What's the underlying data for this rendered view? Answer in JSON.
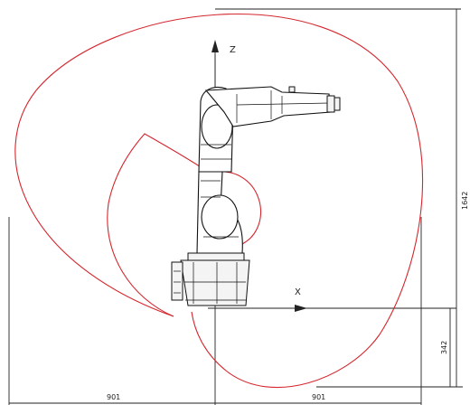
{
  "diagram": {
    "axes": {
      "z_label": "Z",
      "x_label": "X"
    },
    "dimensions": {
      "reach_left": "901",
      "reach_right": "901",
      "height_total": "1642",
      "base_height": "342"
    },
    "colors": {
      "envelope": "#d4272e",
      "lines": "#222222",
      "robot": "#111111"
    }
  }
}
